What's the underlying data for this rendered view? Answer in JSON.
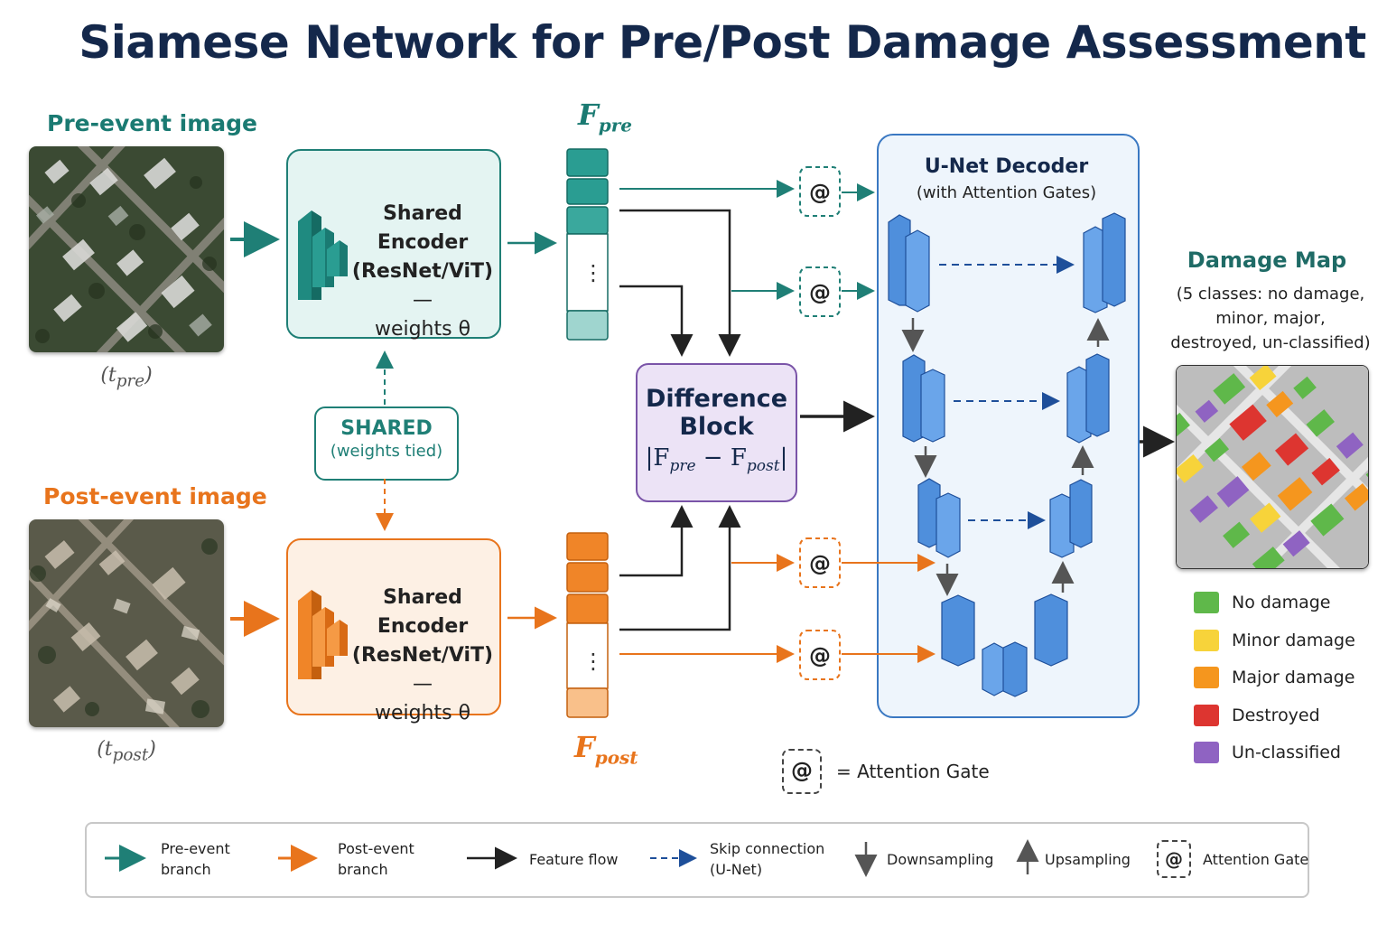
{
  "title": "Siamese Network for Pre/Post Damage Assessment",
  "pre_image": {
    "label": "Pre-event image",
    "time": "(t",
    "time_sub": "pre",
    "time_close": ")"
  },
  "post_image": {
    "label": "Post-event image",
    "time": "(t",
    "time_sub": "post",
    "time_close": ")"
  },
  "encoder_pre": {
    "line1": "Shared Encoder",
    "line2": "(ResNet/ViT)",
    "line3": "—",
    "line4": "weights θ"
  },
  "encoder_post": {
    "line1": "Shared Encoder",
    "line2": "(ResNet/ViT)",
    "line3": "—",
    "line4": "weights θ"
  },
  "shared": {
    "title": "SHARED",
    "subtitle": "(weights tied)"
  },
  "features": {
    "pre_main": "F",
    "pre_sub": "pre",
    "post_main": "F",
    "post_sub": "post",
    "dots": "⋮"
  },
  "difference": {
    "line1": "Difference",
    "line2": "Block",
    "formula_a": "|F",
    "formula_a_sub": "pre",
    "formula_minus": " − F",
    "formula_b_sub": "post",
    "formula_close": "|"
  },
  "unet": {
    "title": "U-Net Decoder",
    "subtitle": "(with Attention Gates)"
  },
  "gate_symbol": "@",
  "gate_legend": "= Attention Gate",
  "damage_map": {
    "title": "Damage Map",
    "subtitle_lines": [
      "(5 classes: no damage,",
      "minor, major,",
      "destroyed, un-classified)"
    ],
    "classes": [
      {
        "label": "No damage",
        "color": "#5fb84a"
      },
      {
        "label": "Minor damage",
        "color": "#f7d33a"
      },
      {
        "label": "Major damage",
        "color": "#f5961e"
      },
      {
        "label": "Destroyed",
        "color": "#dd3530"
      },
      {
        "label": "Un-classified",
        "color": "#8f63c2"
      }
    ]
  },
  "legend": {
    "pre_branch": [
      "Pre-event",
      "branch"
    ],
    "post_branch": [
      "Post-event",
      "branch"
    ],
    "feature_flow": "Feature flow",
    "skip": [
      "Skip connection",
      "(U-Net)"
    ],
    "downsampling": "Downsampling",
    "upsampling": "Upsampling",
    "attention_gate": "Attention Gate"
  },
  "colors": {
    "teal": "#1f7f76",
    "orange": "#e8741c",
    "navy": "#14284b",
    "blue": "#3a78c2",
    "purple": "#7a54a8"
  }
}
